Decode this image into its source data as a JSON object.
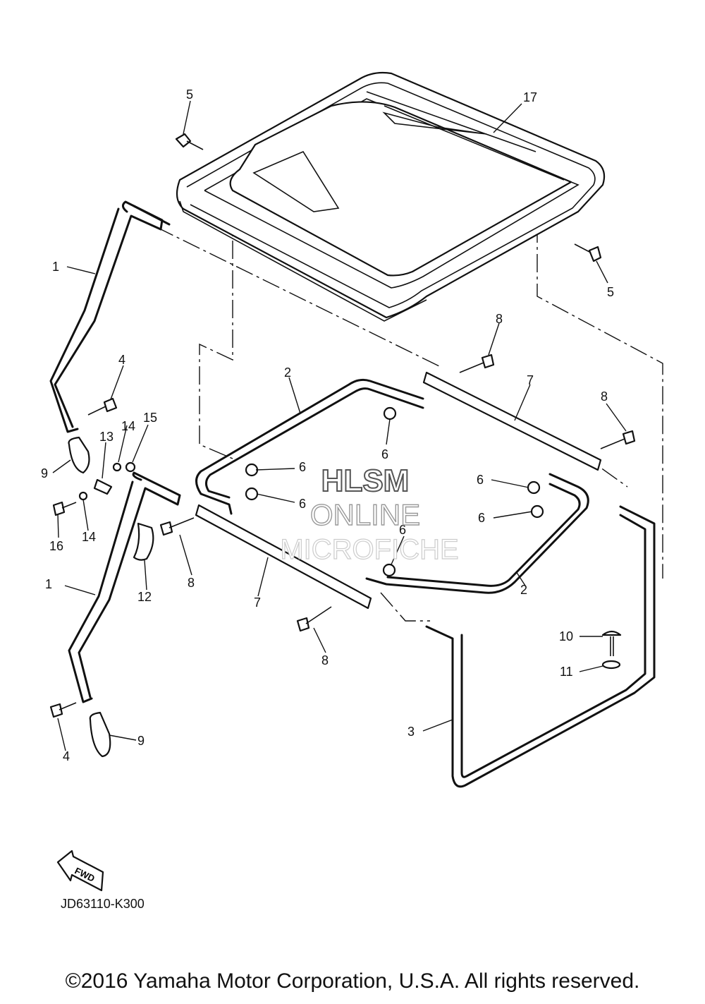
{
  "callouts": {
    "c1a": "1",
    "c1b": "1",
    "c2a": "2",
    "c2b": "2",
    "c3": "3",
    "c4a": "4",
    "c4b": "4",
    "c5a": "5",
    "c5b": "5",
    "c6a": "6",
    "c6b": "6",
    "c6c": "6",
    "c6d": "6",
    "c6e": "6",
    "c6f": "6",
    "c7a": "7",
    "c7b": "7",
    "c8a": "8",
    "c8b": "8",
    "c8c": "8",
    "c8d": "8",
    "c9a": "9",
    "c9b": "9",
    "c10": "10",
    "c11": "11",
    "c12": "12",
    "c13": "13",
    "c14a": "14",
    "c14b": "14",
    "c15": "15",
    "c16": "16",
    "c17": "17"
  },
  "fwd_label": "FWD",
  "diagram_code": "JD63110-K300",
  "watermark": {
    "line1": "HLSM",
    "line2": "ONLINE",
    "line3": "MICROFICHE"
  },
  "copyright": "©2016 Yamaha Motor Corporation, U.S.A. All rights reserved."
}
